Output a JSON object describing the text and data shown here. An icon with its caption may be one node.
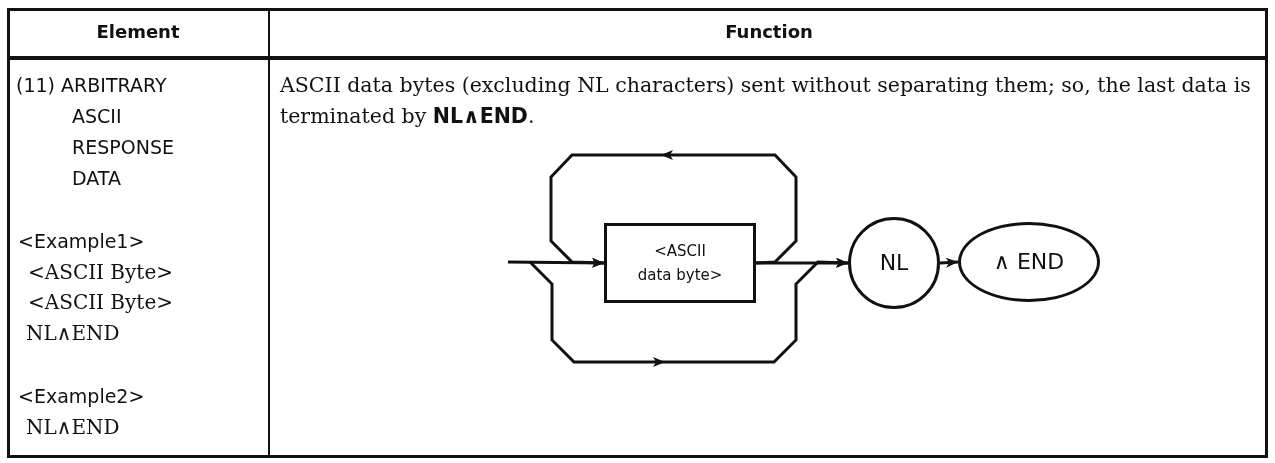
{
  "diagram": {
    "nodes": [
      {
        "text": [
          "<ASCII data byte>"
        ]
      },
      {
        "text": [
          "NL"
        ]
      },
      {
        "text": [
          "∧ END"
        ]
      }
    ],
    "edges": [
      {
        "from": null,
        "to": 0,
        "arrow": "to"
      },
      {
        "from": 0,
        "to": 0,
        "arrow": "to"
      },
      {
        "from": 0,
        "to": 1,
        "arrow": "to"
      },
      {
        "from": null,
        "to": 1,
        "arrow": "to"
      },
      {
        "from": 1,
        "to": 2,
        "arrow": "to"
      }
    ],
    "labels": [
      "Element",
      "Function",
      "(11) ARBITRARY ASCII RESPONSE DATA",
      "<Example1>",
      "<ASCII Byte>",
      "<ASCII Byte>",
      "NL∧END",
      "<Example2>",
      "NL∧END",
      "ASCII data bytes (excluding NL characters) sent without separating them; so, the last data is terminated by **NL∧END**."
    ]
  }
}
